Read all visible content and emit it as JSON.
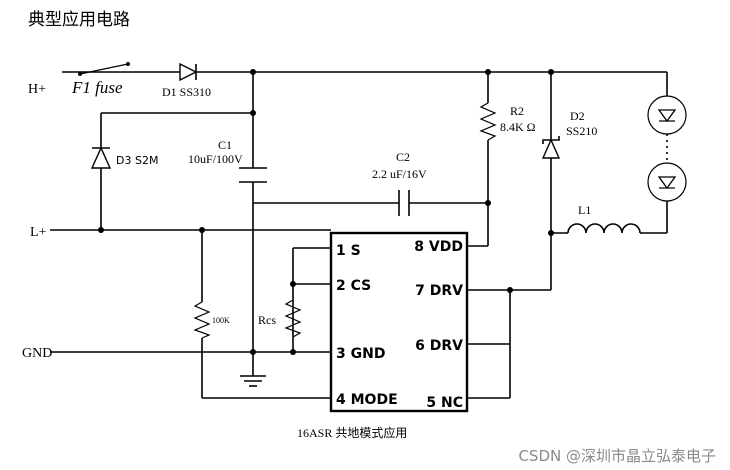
{
  "title": "典型应用电路",
  "terminals": {
    "h_plus": "H+",
    "l_plus": "L+",
    "gnd": "GND"
  },
  "components": {
    "fuse": "F1  fuse",
    "d1": "D1 SS310",
    "d3": "D3  S2M",
    "c1_name": "C1",
    "c1_value": "10uF/100V",
    "c2_name": "C2",
    "c2_value": "2.2 uF/16V",
    "r2_name": "R2",
    "r2_value": "8.4K Ω",
    "d2_name": "D2",
    "d2_value": "SS210",
    "l1": "L1",
    "r100k": "100K",
    "rcs": "Rcs"
  },
  "ic": {
    "caption": "16ASR 共地模式应用",
    "pins": {
      "p1": "1 S",
      "p2": "2 CS",
      "p3": "3 GND",
      "p4": "4 MODE",
      "p5": "5 NC",
      "p6": "6 DRV",
      "p7": "7 DRV",
      "p8": "8 VDD"
    }
  },
  "watermark": "CSDN @深圳市晶立弘泰电子"
}
